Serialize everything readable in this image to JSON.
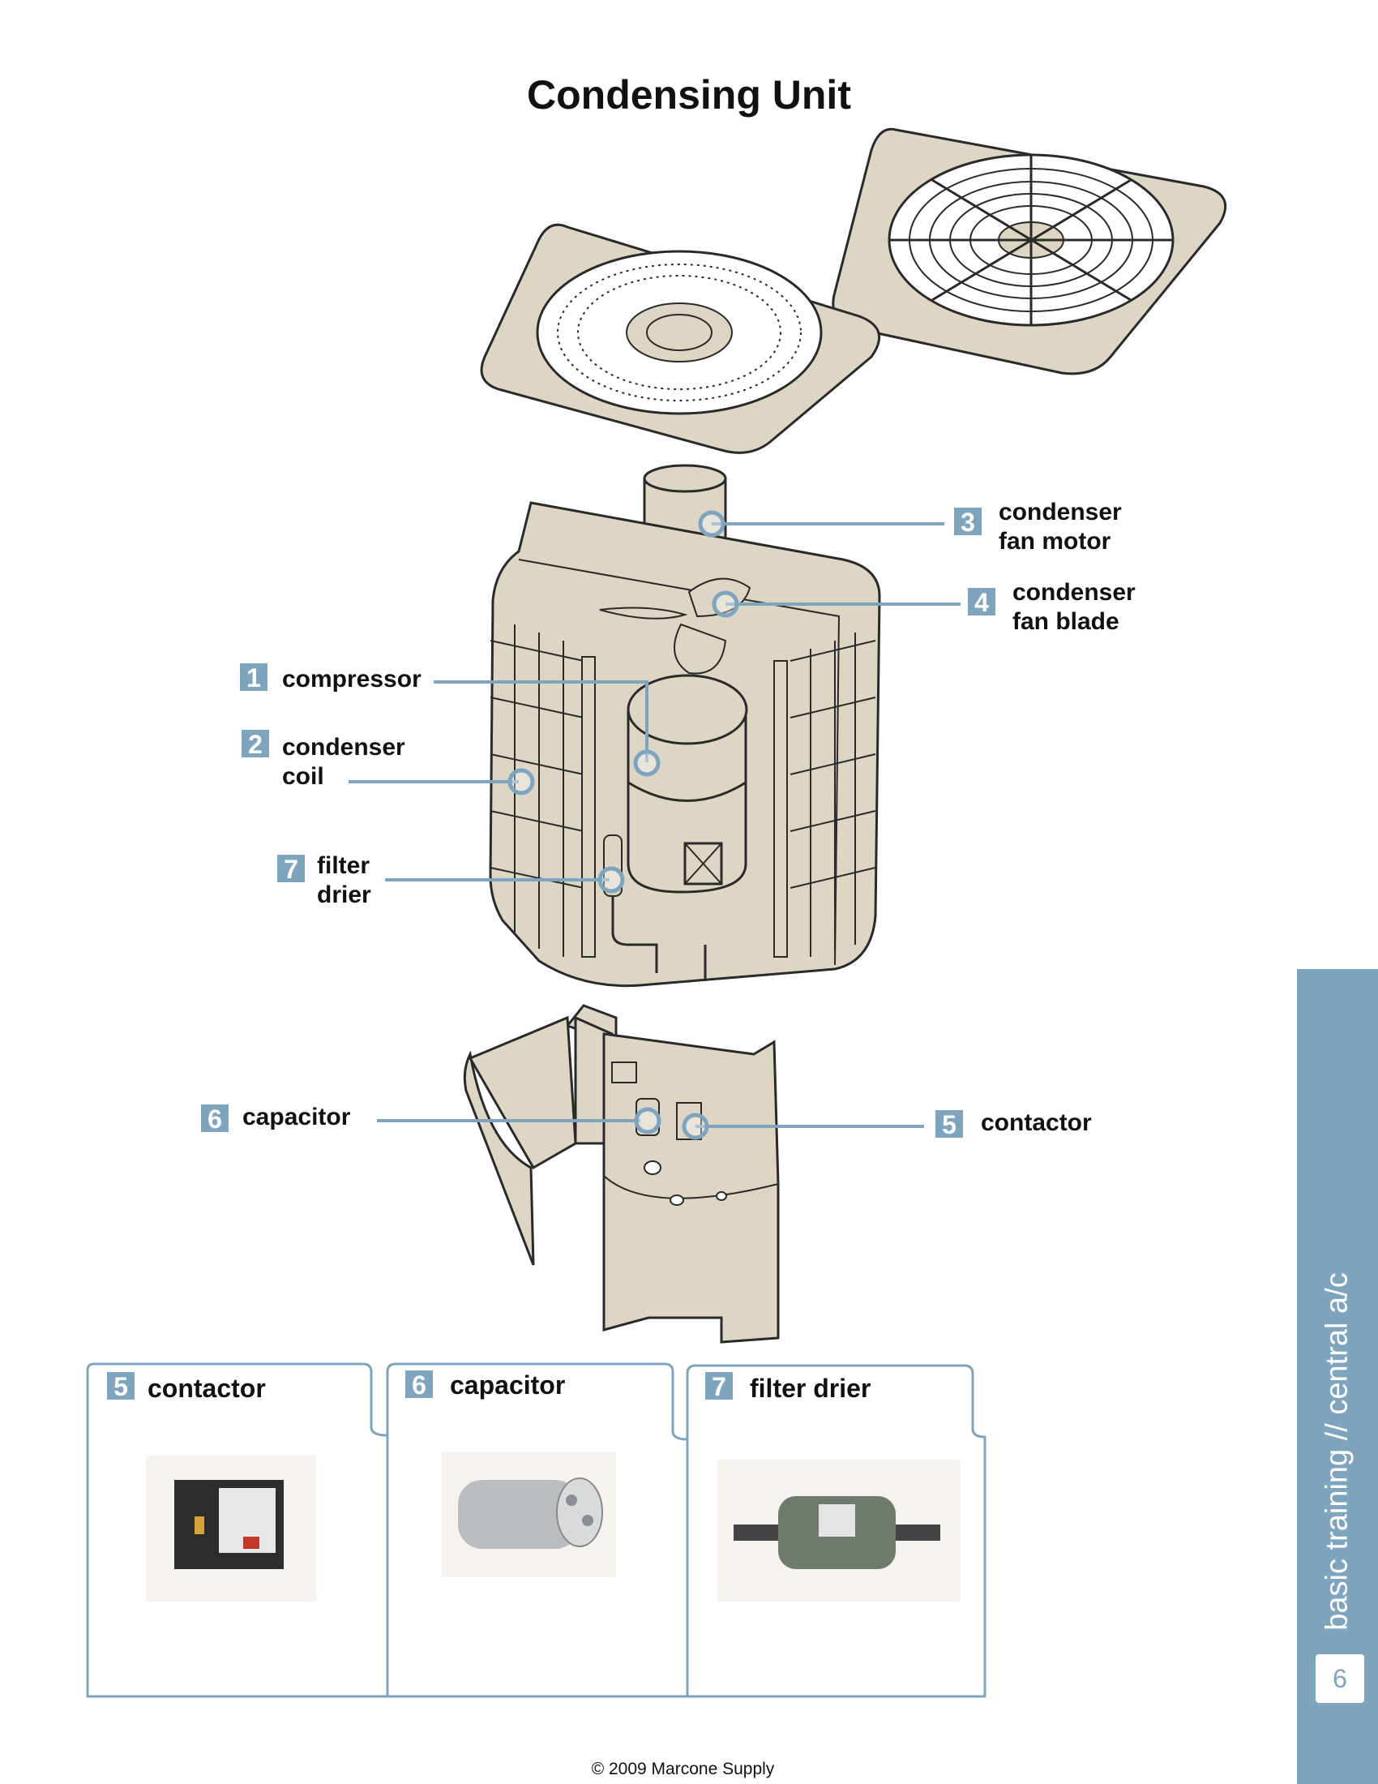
{
  "title": "Condensing Unit",
  "callouts": [
    {
      "num": "1",
      "line1": "compressor",
      "line2": ""
    },
    {
      "num": "2",
      "line1": "condenser",
      "line2": "coil"
    },
    {
      "num": "3",
      "line1": "condenser",
      "line2": "fan motor"
    },
    {
      "num": "4",
      "line1": "condenser",
      "line2": "fan blade"
    },
    {
      "num": "5",
      "line1": "contactor",
      "line2": ""
    },
    {
      "num": "6",
      "line1": "capacitor",
      "line2": ""
    },
    {
      "num": "7",
      "line1": "filter",
      "line2": "drier"
    }
  ],
  "photo_tabs": [
    {
      "num": "5",
      "label": "contactor",
      "image": "contactor-photo"
    },
    {
      "num": "6",
      "label": "capacitor",
      "image": "capacitor-photo"
    },
    {
      "num": "7",
      "label": "filter drier",
      "image": "filter-drier-photo"
    }
  ],
  "sidebar": {
    "section": "basic training // central a/c",
    "page_number": "6"
  },
  "footer": "© 2009 Marcone Supply",
  "colors": {
    "accent": "#7ea4be",
    "unit_fill": "#ddd6c5",
    "outline": "#2a2a2a"
  }
}
